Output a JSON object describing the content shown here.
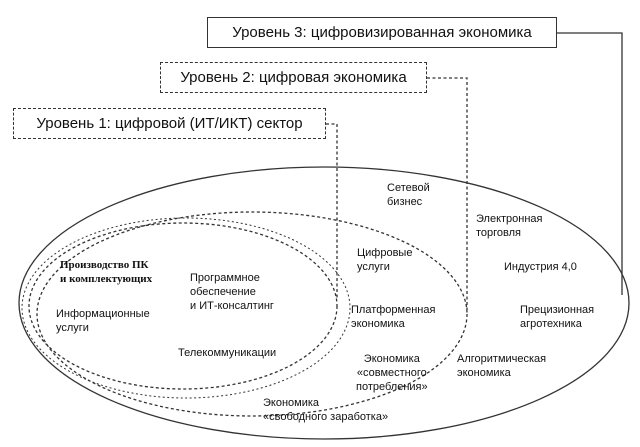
{
  "levels": {
    "level3": "Уровень 3: цифровизированная экономика",
    "level2": "Уровень 2: цифровая экономика",
    "level1": "Уровень 1: цифровой (ИТ/ИКТ) сектор"
  },
  "inner_items": {
    "pc_production": "Производство ПК\nи комплектующих",
    "info_services": "Информационные\nуслуги",
    "software": "Программное\nобеспечение\nи ИТ-консалтинг",
    "telecom": "Телекоммуникации"
  },
  "middle_items": {
    "digital_services": "Цифровые\nуслуги",
    "platform_economy": "Платформенная\nэкономика",
    "sharing_economy": "Экономика\n«совместного\nпотребления»",
    "gig_economy": "Экономика\n«свободного заработка»"
  },
  "outer_items": {
    "network_business": "Сетевой\nбизнес",
    "ecommerce": "Электронная\nторговля",
    "industry4": "Индустрия 4,0",
    "precision_agro": "Прецизионная\nагротехника",
    "algorithmic_economy": "Алгоритмическая\nэкономика"
  }
}
